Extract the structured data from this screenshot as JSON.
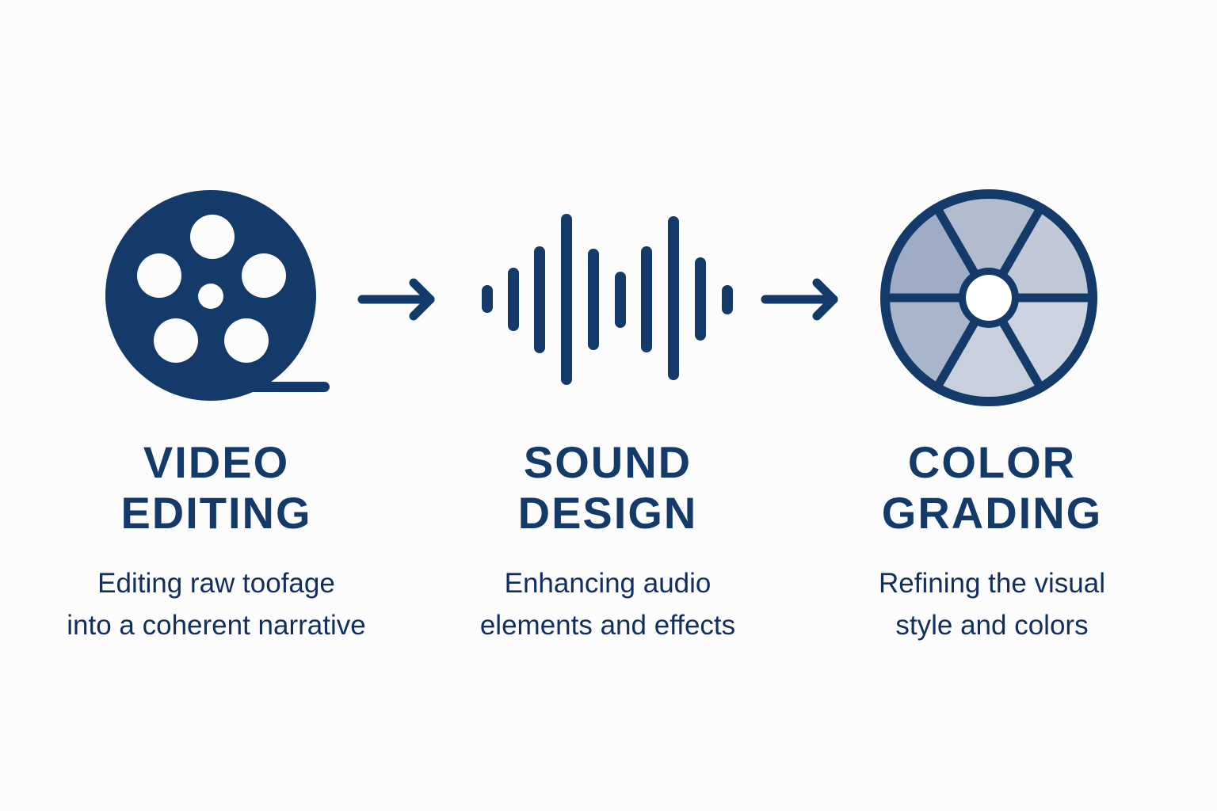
{
  "colors": {
    "primary": "#133a68",
    "text_desc": "#122e5c",
    "background": "#fcfcfc",
    "wheel_segments": [
      "#9facc5",
      "#b1bccf",
      "#c1c9d8",
      "#cdd3e0",
      "#c9d0dd",
      "#a9b5ca"
    ]
  },
  "steps": [
    {
      "icon": "film-reel-icon",
      "title_line1": "VIDEO",
      "title_line2": "EDITING",
      "desc_line1": "Editing raw toofage",
      "desc_line2": "into a coherent narrative"
    },
    {
      "icon": "sound-wave-icon",
      "title_line1": "SOUND",
      "title_line2": "DESIGN",
      "desc_line1": "Enhancing audio",
      "desc_line2": "elements and effects"
    },
    {
      "icon": "color-wheel-icon",
      "title_line1": "COLOR",
      "title_line2": "GRADING",
      "desc_line1": "Refining the visual",
      "desc_line2": "style and colors"
    }
  ],
  "connectors": [
    "arrow-right-icon",
    "arrow-right-icon"
  ]
}
